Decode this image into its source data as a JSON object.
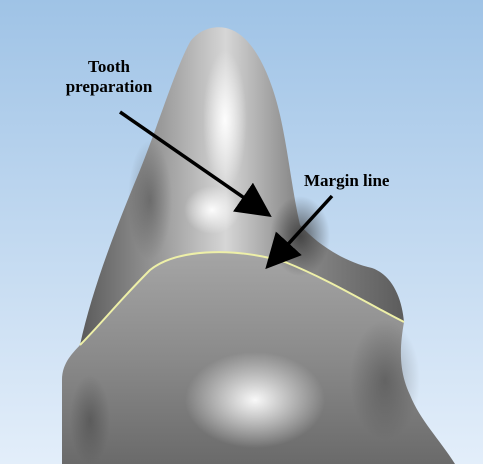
{
  "labels": {
    "tooth_line1": "Tooth",
    "tooth_line2": "preparation",
    "margin": "Margin line"
  },
  "colors": {
    "background_top": "#9fc3e6",
    "background_bottom": "#e3eefa",
    "tooth_dark": "#4a4a4a",
    "tooth_mid": "#8c8c8c",
    "tooth_light": "#e8e8e8",
    "margin_line": "#eef0a8",
    "arrow": "#000000"
  }
}
